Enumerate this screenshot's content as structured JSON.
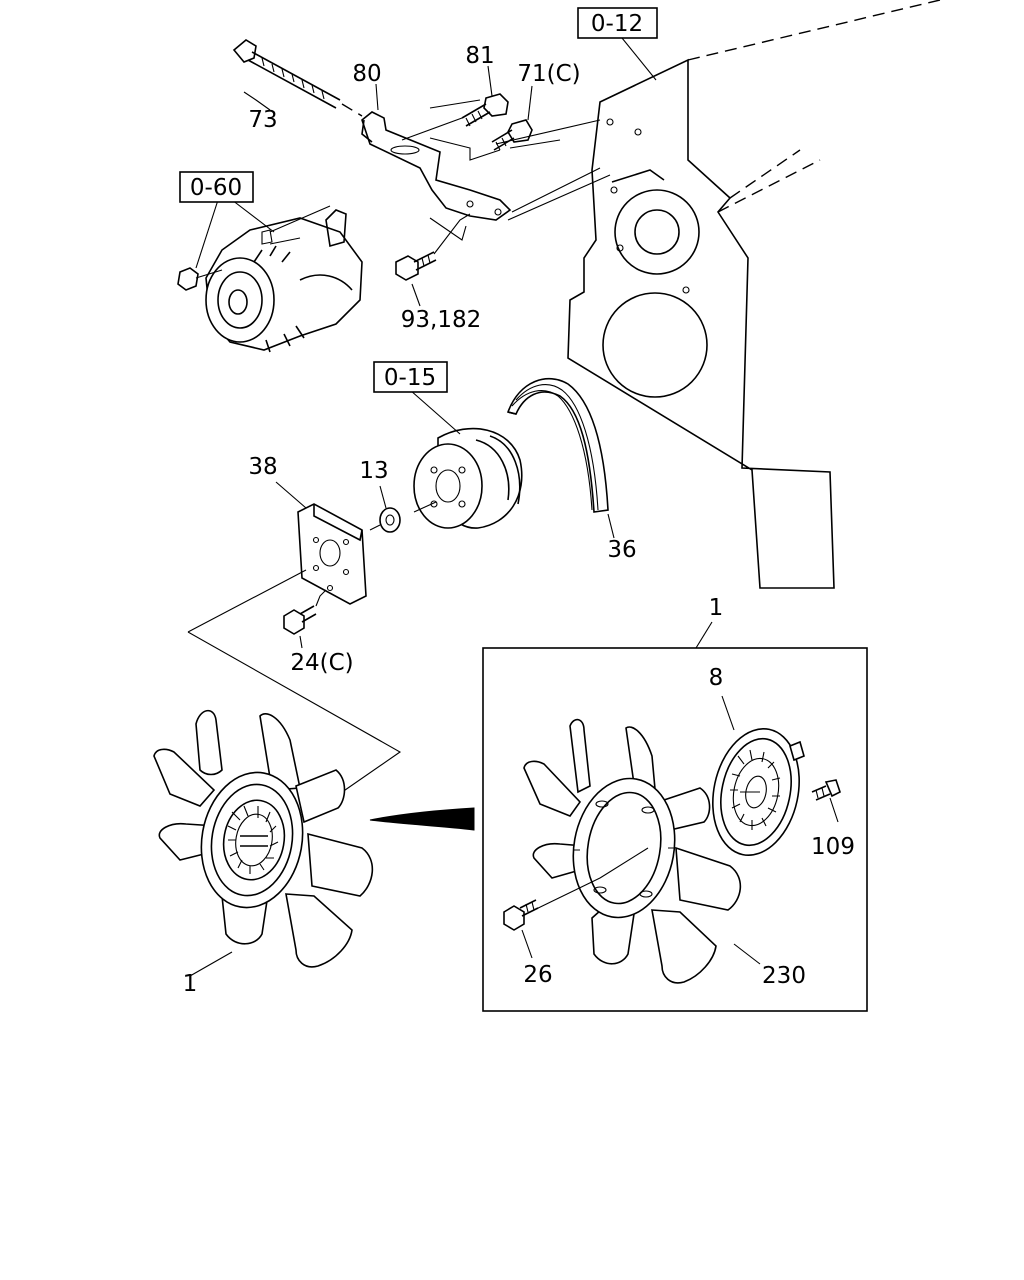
{
  "diagram": {
    "ref_boxes": {
      "r_0_12": "0-12",
      "r_0_60": "0-60",
      "r_0_15": "0-15"
    },
    "labels": {
      "p73": "73",
      "p80": "80",
      "p81": "81",
      "p71": "71(C)",
      "p93": "93,182",
      "p38": "38",
      "p13": "13",
      "p36": "36",
      "p24": "24(C)",
      "p1_top": "1",
      "p1_bottom": "1",
      "p8": "8",
      "p109": "109",
      "p26": "26",
      "p230": "230"
    }
  }
}
